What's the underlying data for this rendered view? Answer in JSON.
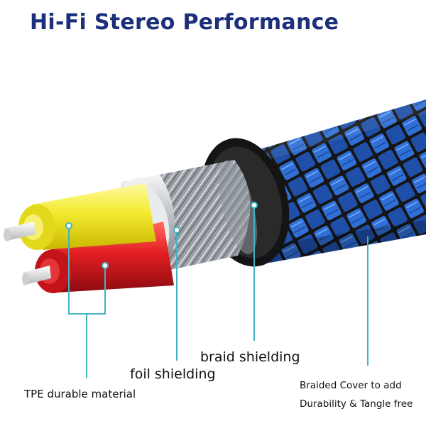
{
  "title": "Hi-Fi Stereo Performance",
  "labels": {
    "tpe": "TPE durable material",
    "foil": "foil shielding",
    "braid": "braid shielding",
    "cover_line1": "Braided Cover to add",
    "cover_line2": "Durability & Tangle free"
  },
  "colors": {
    "title": "#1b2f7a",
    "braid_blue": "#2f6fd6",
    "braid_black": "#151515",
    "yellow_wire": "#f3ea2e",
    "red_wire": "#e31e23",
    "foil_silver": "#cfd2d6",
    "leader_line": "#3fb3c4",
    "conductor": "#e8e8e8"
  }
}
